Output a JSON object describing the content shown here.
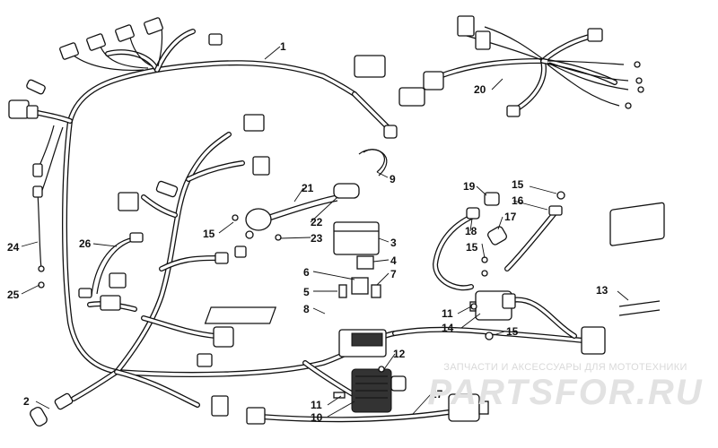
{
  "diagram": {
    "callouts": [
      "1",
      "2",
      "3",
      "4",
      "5",
      "6",
      "7",
      "8",
      "9",
      "10",
      "11",
      "11",
      "12",
      "13",
      "14",
      "15",
      "15",
      "15",
      "15",
      "16",
      "17",
      "18",
      "19",
      "20",
      "21",
      "22",
      "23",
      "24",
      "25",
      "26",
      "27"
    ],
    "watermark": {
      "tagline": "ЗАПЧАСТИ И АКСЕССУАРЫ ДЛЯ МОТОТЕХНИКИ",
      "logo": "PARTSFOR.RU"
    }
  }
}
